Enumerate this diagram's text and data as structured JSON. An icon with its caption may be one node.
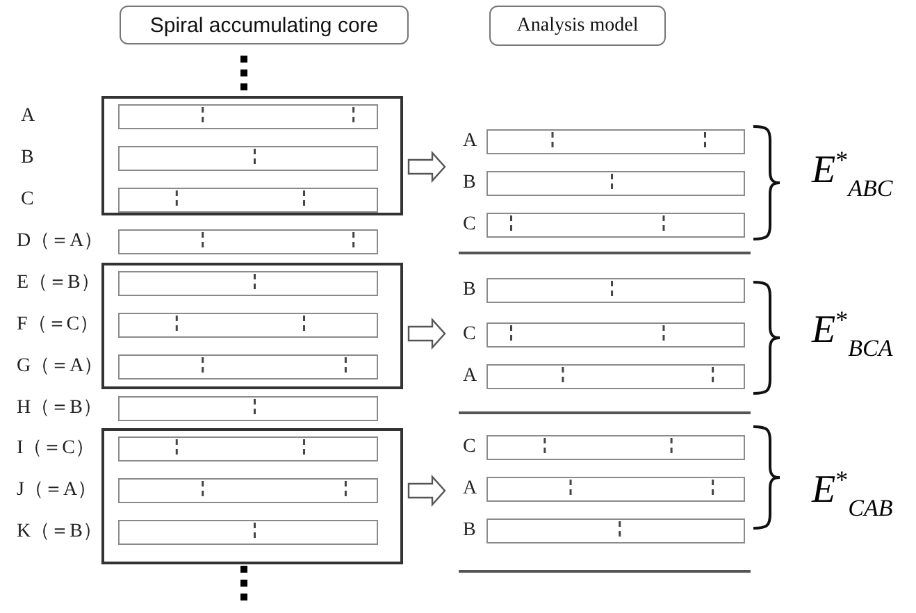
{
  "diagram": {
    "nodes": [
      {
        "text": [
          "Spiral accumulating core"
        ]
      },
      {
        "text": [
          "Analysis model"
        ]
      },
      {
        "text": [],
        "shape": "box"
      },
      {
        "text": [],
        "shape": "bar",
        "in": 2
      },
      {
        "text": [],
        "shape": "bar",
        "in": 2
      },
      {
        "text": [],
        "shape": "bar",
        "in": 2
      },
      {
        "text": [],
        "shape": "bar",
        "beside": [
          "D（＝A）"
        ]
      },
      {
        "text": [],
        "shape": "box"
      },
      {
        "text": [],
        "shape": "bar",
        "in": 7,
        "beside": [
          "E（＝B）"
        ]
      },
      {
        "text": [],
        "shape": "bar",
        "in": 7,
        "beside": [
          "F（＝C）"
        ]
      },
      {
        "text": [],
        "shape": "bar",
        "in": 7,
        "beside": [
          "G（＝A）"
        ]
      },
      {
        "text": [],
        "shape": "bar",
        "beside": [
          "H（＝B）"
        ]
      },
      {
        "text": [],
        "shape": "box"
      },
      {
        "text": [],
        "shape": "bar",
        "in": 12,
        "beside": [
          "I（＝C）"
        ]
      },
      {
        "text": [],
        "shape": "bar",
        "in": 12,
        "beside": [
          "J（＝A）"
        ]
      },
      {
        "text": [],
        "shape": "bar",
        "in": 12,
        "beside": [
          "K（＝B）"
        ]
      },
      {
        "text": [],
        "shape": "bar",
        "beside": [
          "A"
        ]
      },
      {
        "text": [],
        "shape": "bar",
        "beside": [
          "B"
        ]
      },
      {
        "text": [],
        "shape": "bar",
        "beside": [
          "C"
        ]
      },
      {
        "text": [],
        "shape": "bar",
        "beside": [
          "B"
        ]
      },
      {
        "text": [],
        "shape": "bar",
        "beside": [
          "C"
        ]
      },
      {
        "text": [],
        "shape": "bar",
        "beside": [
          "A"
        ]
      },
      {
        "text": [],
        "shape": "bar",
        "beside": [
          "C"
        ]
      },
      {
        "text": [],
        "shape": "bar",
        "beside": [
          "A"
        ]
      },
      {
        "text": [],
        "shape": "bar",
        "beside": [
          "B"
        ]
      }
    ],
    "edges": [
      {
        "from": 2,
        "to": null,
        "arrow": "to"
      },
      {
        "from": 7,
        "to": null,
        "arrow": "to"
      },
      {
        "from": 12,
        "to": null,
        "arrow": "to"
      }
    ],
    "labels": [
      "A",
      "B",
      "C",
      "E$^{*}$$_{ABC}$",
      "E$^{*}$$_{BCA}$",
      "E$^{*}$$_{CAB}$"
    ]
  }
}
